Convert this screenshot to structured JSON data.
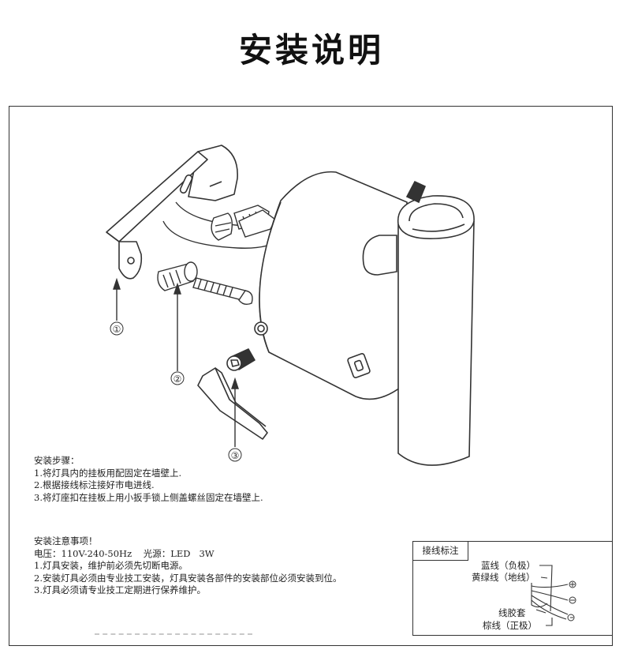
{
  "title": "安装说明",
  "callouts": [
    "①",
    "②",
    "③"
  ],
  "steps": {
    "heading": "安装步骤：",
    "items": [
      "1.将灯具内的挂板用配固定在墙壁上.",
      "2.根据接线标注接好市电进线.",
      "3.将灯座扣在挂板上用小扳手锁上侧盖螺丝固定在墙壁上."
    ]
  },
  "notes": {
    "heading": "安装注意事项！",
    "specs": "电压：110V-240-50Hz    光源：LED   3W",
    "items": [
      "1.灯具安装，维护前必须先切断电源。",
      "2.安装灯具必须由专业技工安装，灯具安装各部件的安装部位必须安装到位。",
      "3.灯具必须请专业技工定期进行保养维护。"
    ]
  },
  "wiring": {
    "title": "接线标注",
    "blue": "蓝线（负极）",
    "yellow_green": "黄绿线（地线）",
    "sleeve": "线胶套",
    "brown": "棕线（正极）"
  }
}
